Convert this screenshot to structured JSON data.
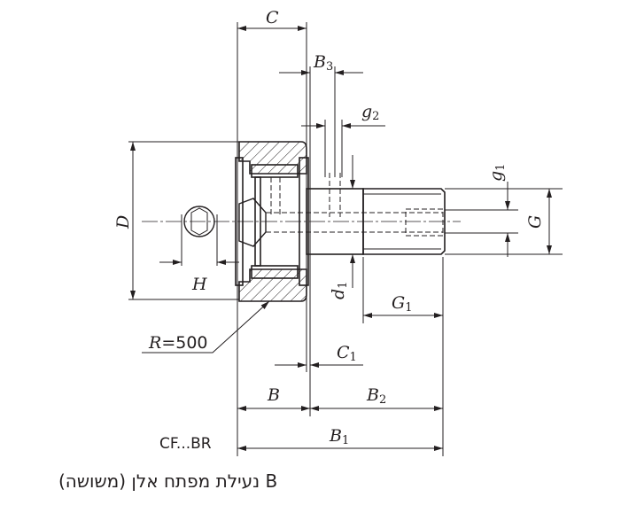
{
  "labels": {
    "C": "C",
    "B3": "B",
    "B3_sub": "3",
    "g2": "g",
    "g2_sub": "2",
    "g1": "g",
    "g1_sub": "1",
    "G": "G",
    "D": "D",
    "H": "H",
    "d1": "d",
    "d1_sub": "1",
    "G1": "G",
    "G1_sub": "1",
    "R": "R",
    "R_value": "=500",
    "C1": "C",
    "C1_sub": "1",
    "B": "B",
    "B2": "B",
    "B2_sub": "2",
    "B1": "B",
    "B1_sub": "1"
  },
  "model": "CF...BR",
  "title": "B נעילת מפתח אלן (משושה)"
}
